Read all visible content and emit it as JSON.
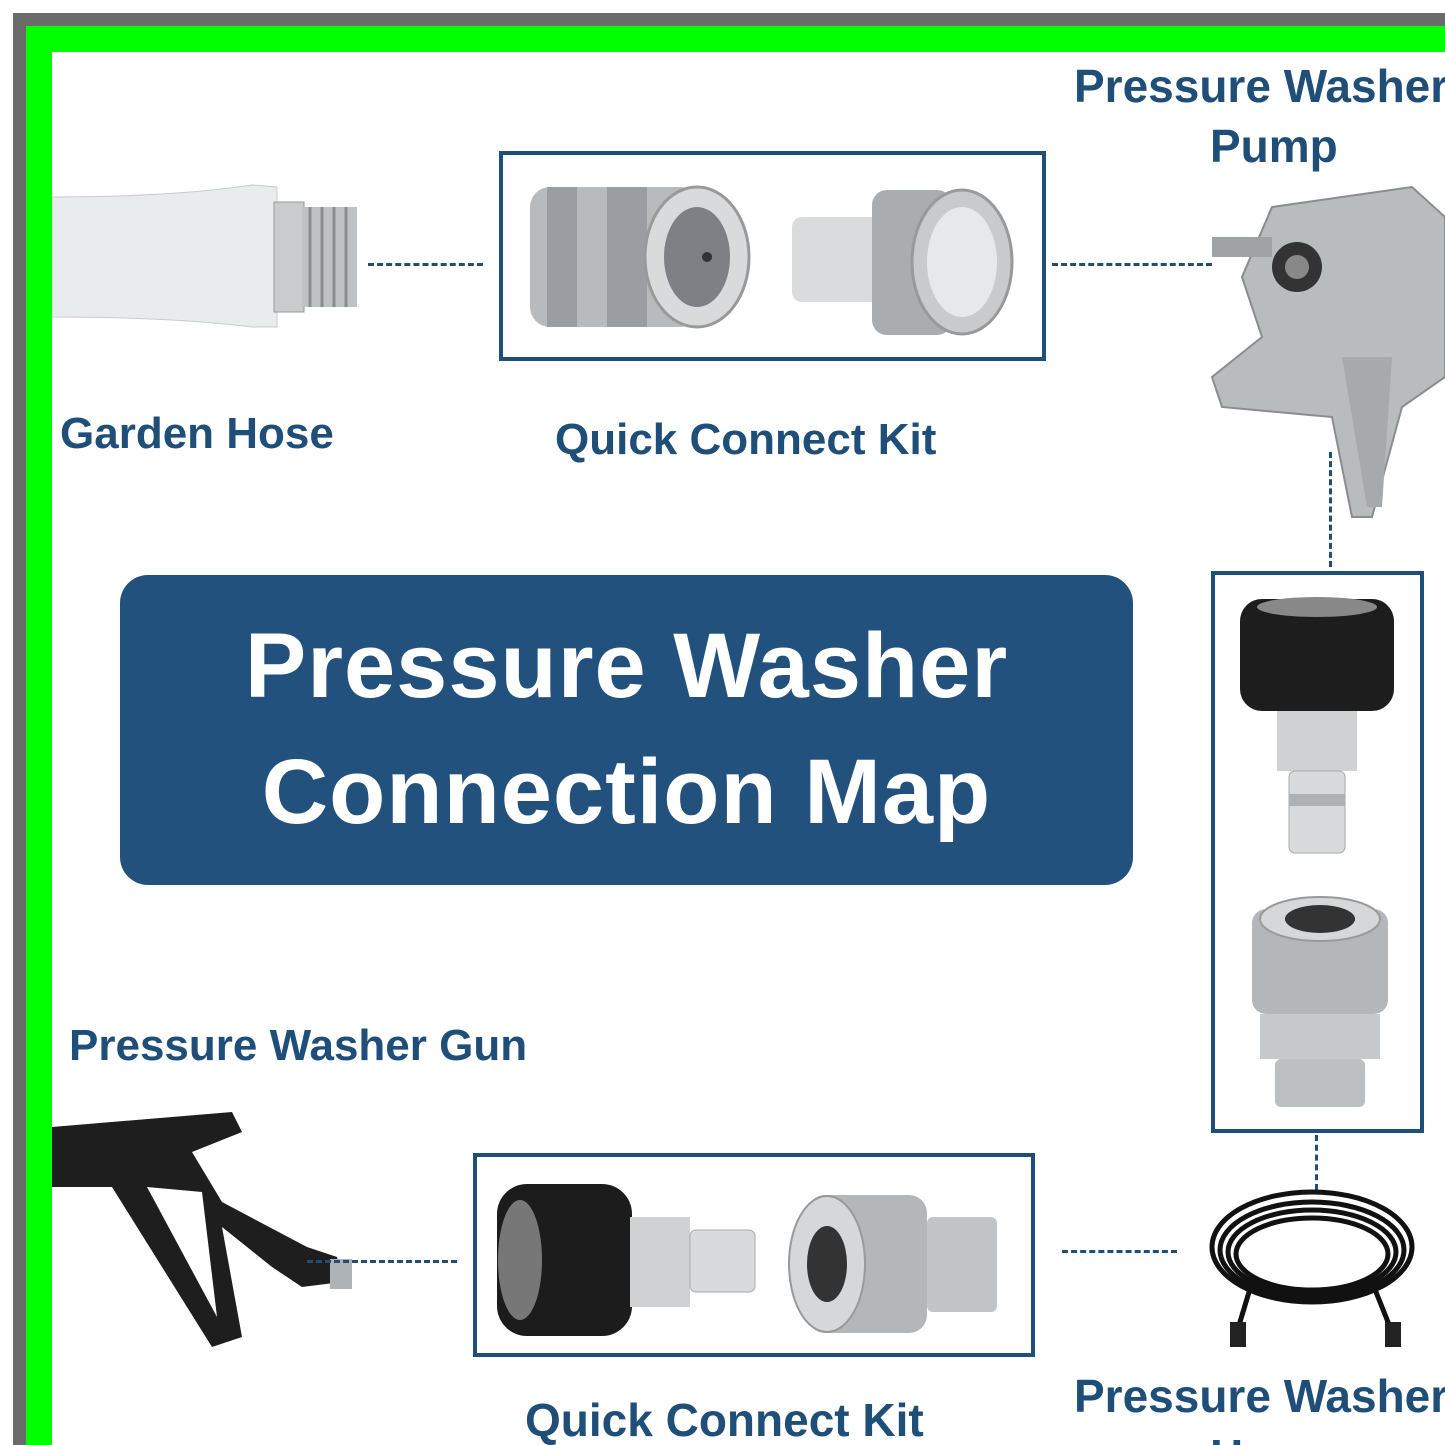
{
  "title": {
    "line1": "Pressure Washer",
    "line2": "Connection Map"
  },
  "labels": {
    "garden_hose": "Garden Hose",
    "quick_connect_top": "Quick Connect Kit",
    "pump_line1": "Pressure Washer",
    "pump_line2": "Pump",
    "gun": "Pressure Washer Gun",
    "quick_connect_bottom": "Quick Connect Kit",
    "hose_line1": "Pressure Washer",
    "hose_line2": "Hose"
  },
  "colors": {
    "accent": "#1f4e79",
    "frame_outer": "#6b6b6b",
    "frame_inner": "#00ff00"
  }
}
